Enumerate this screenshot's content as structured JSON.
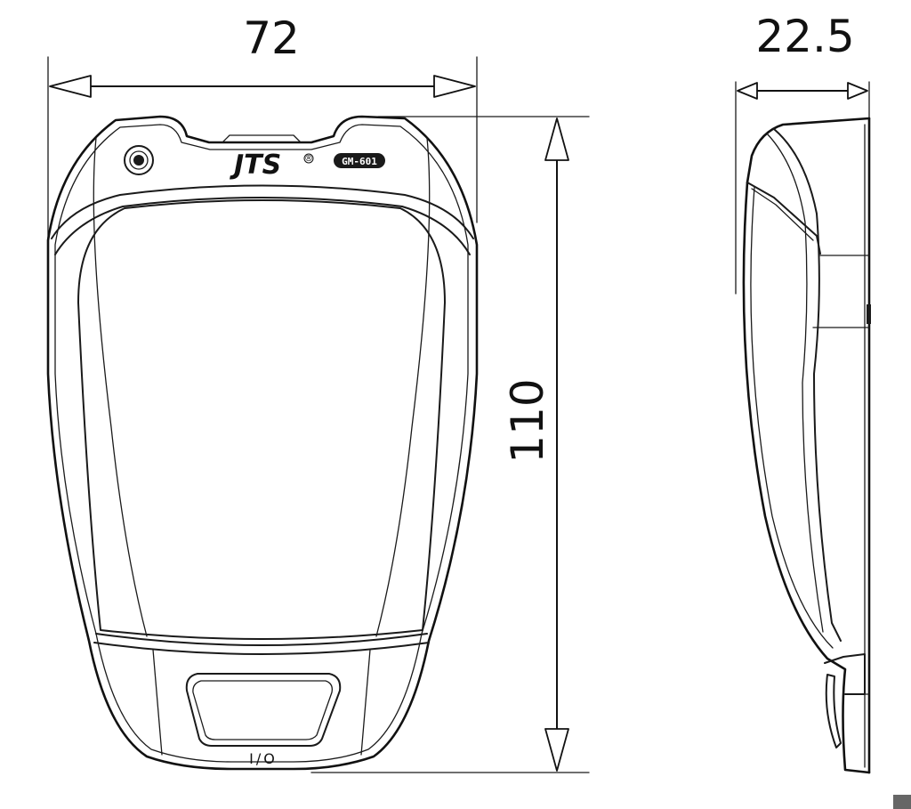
{
  "dimensions": {
    "width": "72",
    "depth": "22.5",
    "height": "110"
  },
  "device": {
    "brand": "JTS",
    "registered_mark": "®",
    "model": "GM-601",
    "switch_label": "I/O"
  },
  "icons": {
    "microphone_port": "mic-socket-icon",
    "toggle_switch": "power-switch-icon"
  },
  "colors": {
    "line": "#1a1a1a",
    "background": "#ffffff"
  }
}
